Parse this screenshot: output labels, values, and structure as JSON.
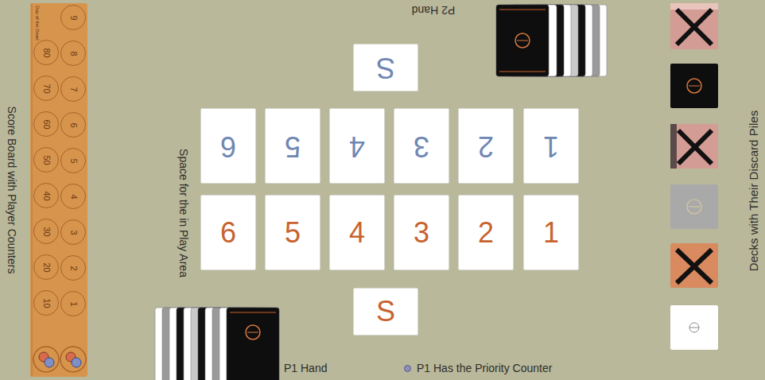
{
  "diagram": {
    "nodes": [
      {
        "text": [
          "Day of the Dead"
        ]
      },
      {
        "text": [
          "80"
        ],
        "in": 0
      },
      {
        "text": [
          "70"
        ],
        "in": 0
      },
      {
        "text": [
          "60"
        ],
        "in": 0
      },
      {
        "text": [
          "50"
        ],
        "in": 0
      },
      {
        "text": [
          "40"
        ],
        "in": 0
      },
      {
        "text": [
          "30"
        ],
        "in": 0
      },
      {
        "text": [
          "20"
        ],
        "in": 0
      },
      {
        "text": [
          "10"
        ],
        "in": 0
      },
      {
        "text": [
          "9"
        ],
        "in": 0
      },
      {
        "text": [
          "8"
        ],
        "in": 0
      },
      {
        "text": [
          "7"
        ],
        "in": 0
      },
      {
        "text": [
          "6"
        ],
        "in": 0
      },
      {
        "text": [
          "5"
        ],
        "in": 0
      },
      {
        "text": [
          "4"
        ],
        "in": 0
      },
      {
        "text": [
          "3"
        ],
        "in": 0
      },
      {
        "text": [
          "2"
        ],
        "in": 0
      },
      {
        "text": [
          "1"
        ],
        "in": 0
      },
      {
        "text": [
          "S"
        ]
      },
      {
        "text": [
          "6"
        ]
      },
      {
        "text": [
          "5"
        ]
      },
      {
        "text": [
          "4"
        ]
      },
      {
        "text": [
          "3"
        ]
      },
      {
        "text": [
          "2"
        ]
      },
      {
        "text": [
          "1"
        ]
      },
      {
        "text": [
          "6"
        ]
      },
      {
        "text": [
          "5"
        ]
      },
      {
        "text": [
          "4"
        ]
      },
      {
        "text": [
          "3"
        ]
      },
      {
        "text": [
          "2"
        ]
      },
      {
        "text": [
          "1"
        ]
      },
      {
        "text": [
          "S"
        ]
      }
    ],
    "labels": [
      "Score Board with Player Counters",
      "Space for the in Play Area",
      "P2 Hand",
      "P1 Hand",
      "Decks with Their Discard Piles"
    ],
    "legend": [
      {
        "text": "P1 Has the Priority Counter",
        "color": "#8e8dbf"
      }
    ]
  }
}
